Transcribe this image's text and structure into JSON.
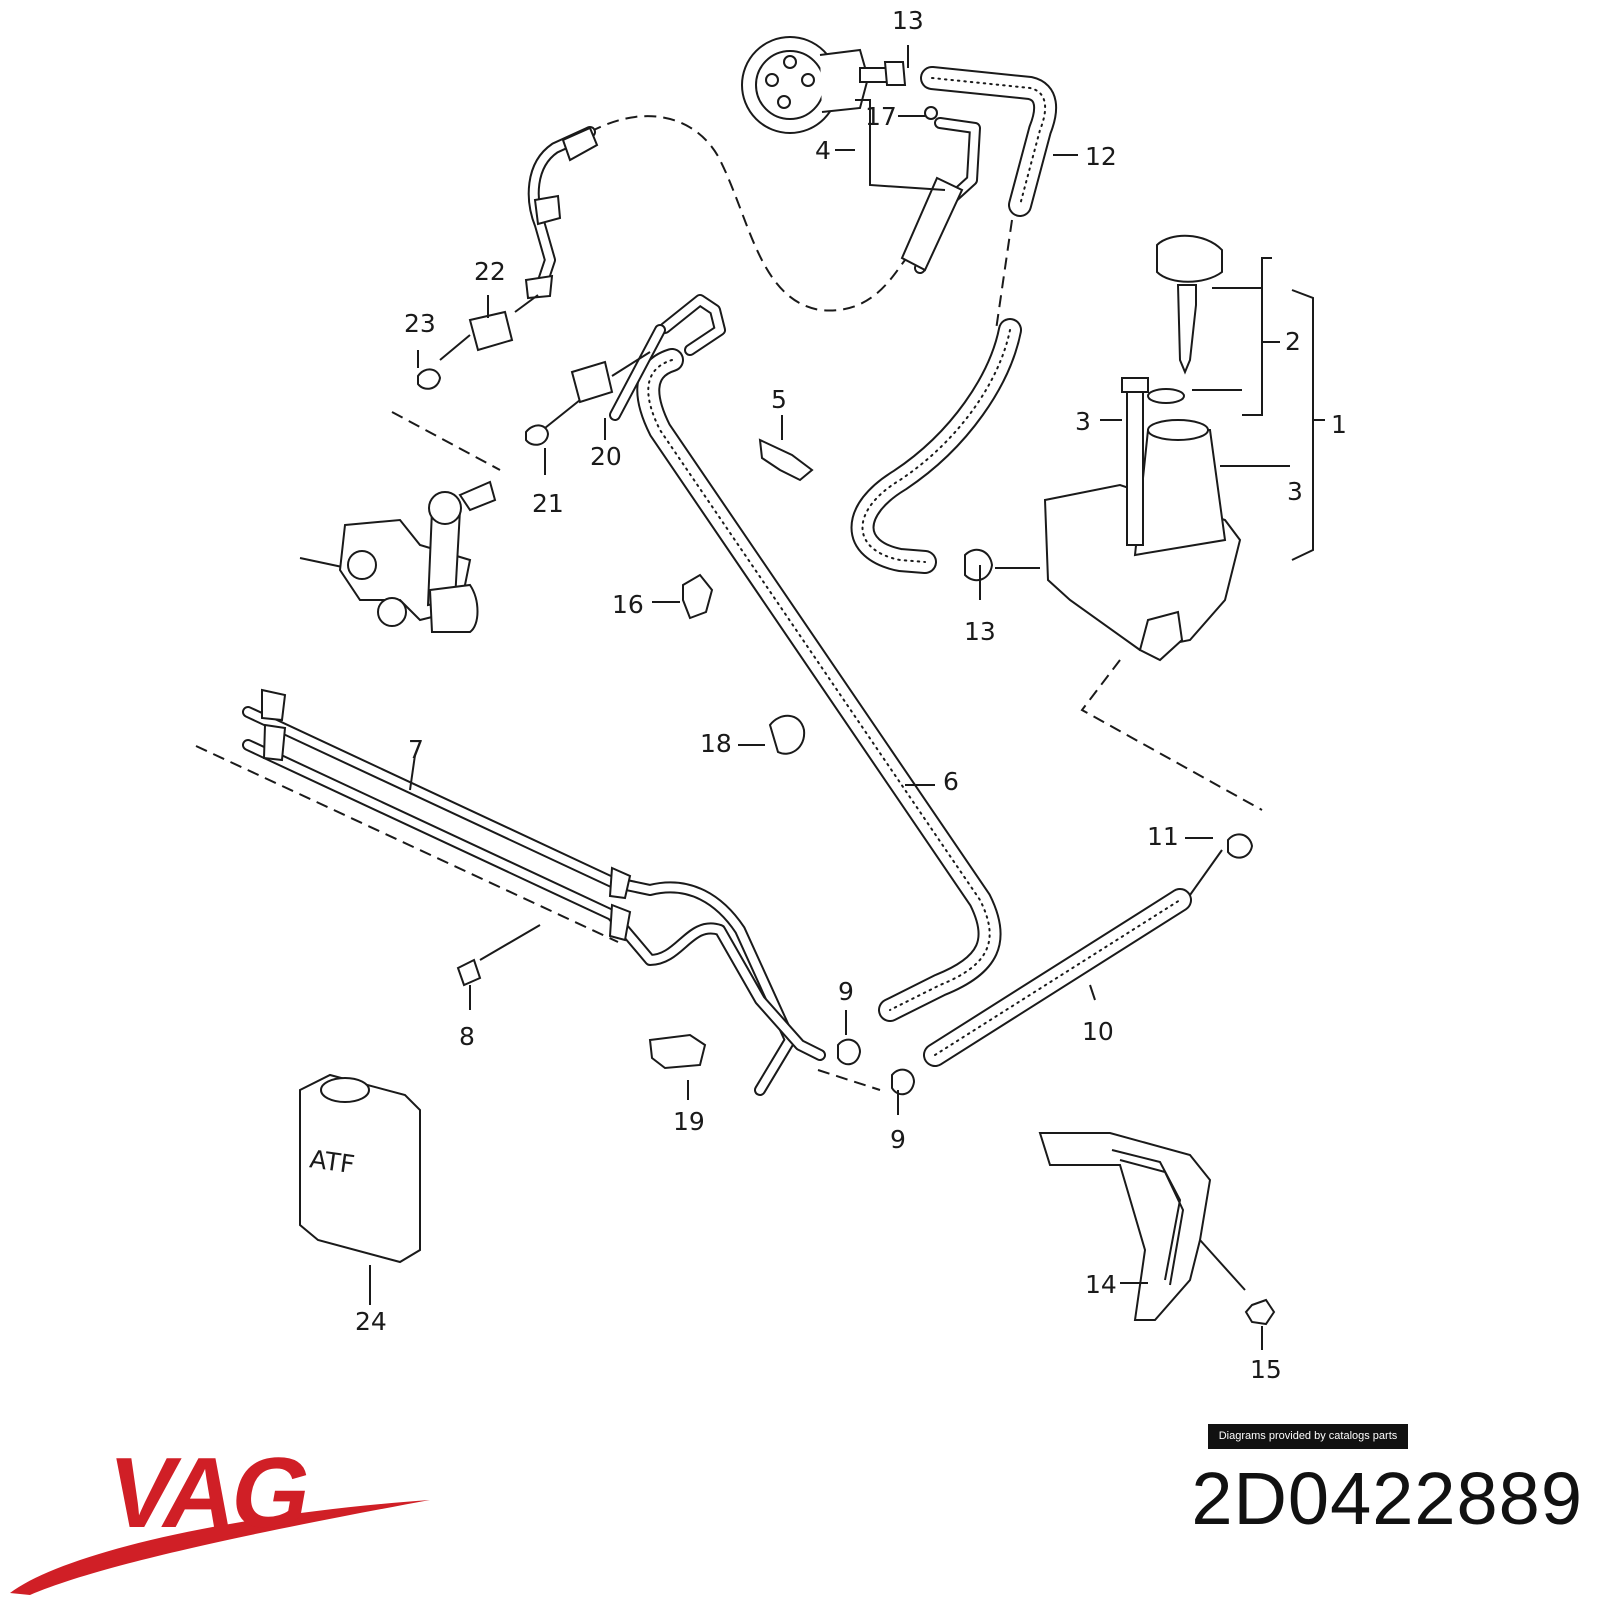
{
  "diagram": {
    "labels": {
      "l1": "1",
      "l2": "2",
      "l3a": "3",
      "l3b": "3",
      "l4": "4",
      "l5": "5",
      "l6": "6",
      "l7": "7",
      "l8": "8",
      "l9a": "9",
      "l9b": "9",
      "l10": "10",
      "l11": "11",
      "l12": "12",
      "l13a": "13",
      "l13b": "13",
      "l14": "14",
      "l15": "15",
      "l16": "16",
      "l17": "17",
      "l18": "18",
      "l19": "19",
      "l20": "20",
      "l21": "21",
      "l22": "22",
      "l23": "23",
      "l24": "24"
    },
    "bottle_text": "ATF"
  },
  "watermark": "Diagrams provided by catalogs parts",
  "brand": {
    "logo_text": "VAG",
    "color": "#d01f26"
  },
  "part_number": "2D0422889"
}
